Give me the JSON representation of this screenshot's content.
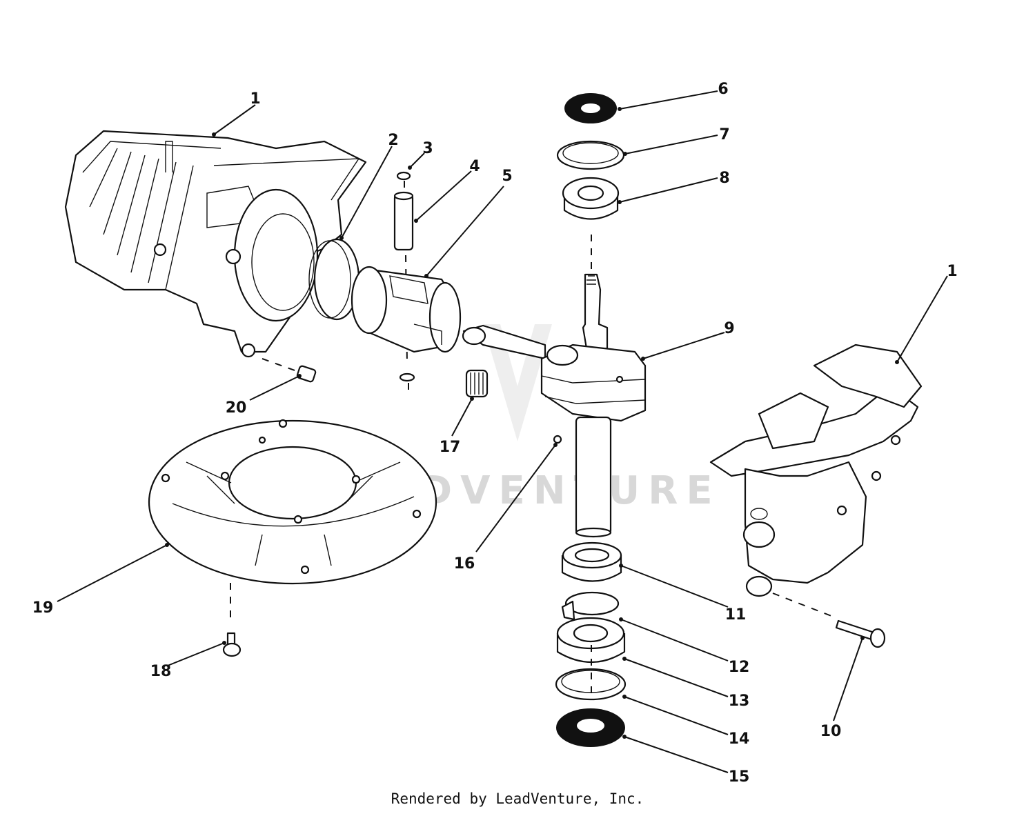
{
  "callouts": [
    "1",
    "2",
    "3",
    "4",
    "5",
    "6",
    "7",
    "8",
    "9",
    "1",
    "20",
    "17",
    "16",
    "19",
    "18",
    "11",
    "12",
    "13",
    "14",
    "15",
    "10"
  ],
  "watermark": "LEADVENTURE",
  "footer": "Rendered by LeadVenture, Inc."
}
